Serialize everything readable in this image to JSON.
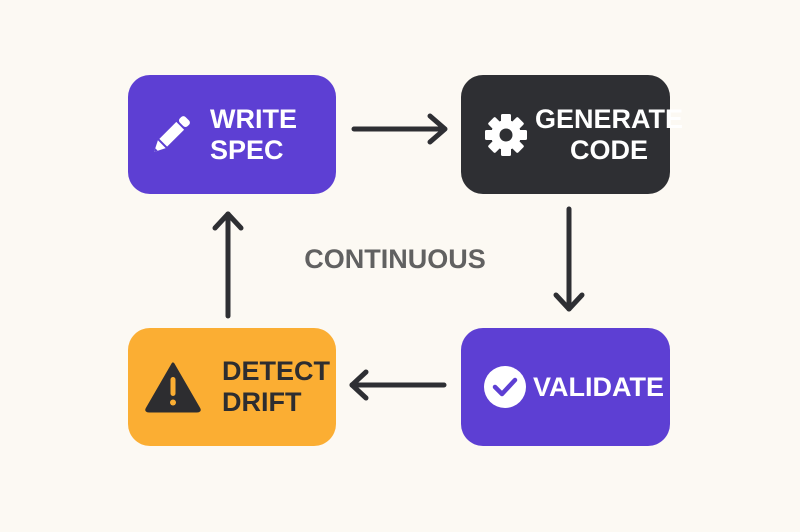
{
  "diagram": {
    "type": "cycle",
    "center_label": "CONTINUOUS",
    "steps": [
      {
        "id": "write-spec",
        "lines": [
          "WRITE",
          "SPEC"
        ],
        "icon": "pencil-icon",
        "color": "#5d3fd3",
        "text_color": "#ffffff"
      },
      {
        "id": "generate-code",
        "lines": [
          "GENERATE",
          "CODE"
        ],
        "icon": "gear-icon",
        "color": "#2e2f33",
        "text_color": "#ffffff"
      },
      {
        "id": "validate",
        "lines": [
          "VALIDATE"
        ],
        "icon": "check-circle-icon",
        "color": "#5d3fd3",
        "text_color": "#ffffff"
      },
      {
        "id": "detect-drift",
        "lines": [
          "DETECT",
          "DRIFT"
        ],
        "icon": "warning-icon",
        "color": "#fbae33",
        "text_color": "#2d2d30"
      }
    ],
    "arrows": [
      {
        "from": "write-spec",
        "to": "generate-code",
        "direction": "right"
      },
      {
        "from": "generate-code",
        "to": "validate",
        "direction": "down"
      },
      {
        "from": "validate",
        "to": "detect-drift",
        "direction": "left"
      },
      {
        "from": "detect-drift",
        "to": "write-spec",
        "direction": "up"
      }
    ],
    "colors": {
      "background": "#fcf9f3",
      "arrow": "#2e2f33",
      "center_label": "#616161"
    }
  }
}
